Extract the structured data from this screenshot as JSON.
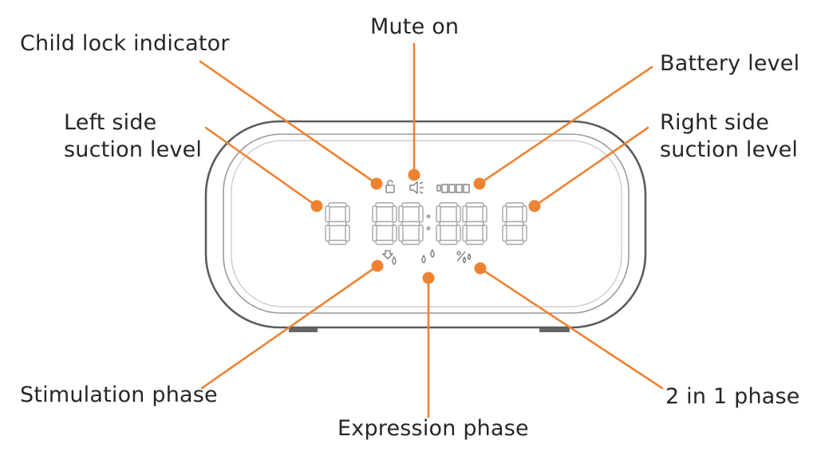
{
  "labels": {
    "child_lock": "Child lock indicator",
    "mute": "Mute on",
    "battery": "Battery level",
    "left_suction": [
      "Left side",
      "suction level"
    ],
    "right_suction": [
      "Right side",
      "suction level"
    ],
    "stimulation": "Stimulation phase",
    "expression": "Expression phase",
    "two_in_one": "2 in 1 phase"
  },
  "colors": {
    "accent": "#EE8233",
    "device_outline": "#5c5c5c",
    "segment": "#a8a8a8",
    "text": "#262626"
  },
  "icons": [
    "lock-icon",
    "mute-speaker-icon",
    "battery-icon",
    "stimulation-drop-icon",
    "expression-drops-icon",
    "two-in-one-icon"
  ]
}
